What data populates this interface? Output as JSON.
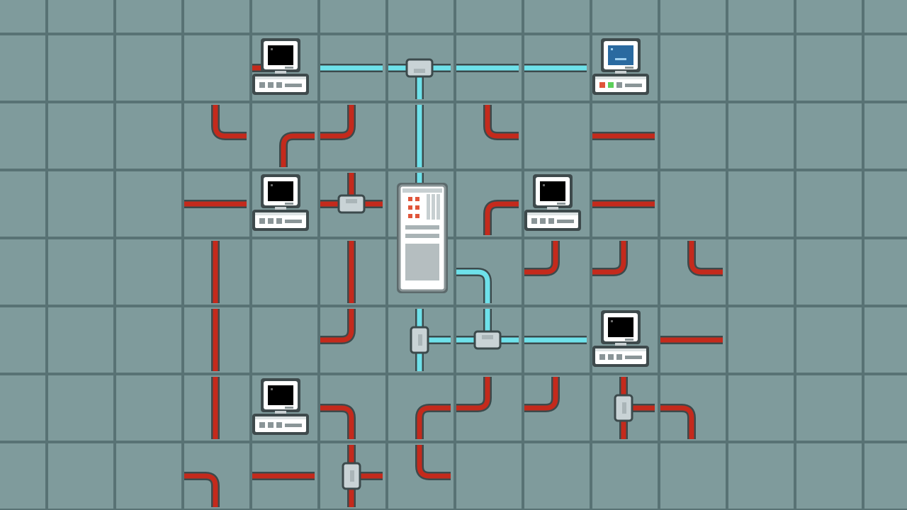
{
  "colors": {
    "board": "#7f9b9c",
    "grid": "#587274",
    "cable_idle": "#c42a1c",
    "cable_active": "#6ee1ea",
    "cable_outline": "#3c4a4c",
    "connector": "#c9d3d6",
    "screen_off": "#000000",
    "screen_on": "#2a6aa0"
  },
  "icons": {
    "computer": "desktop-computer-icon",
    "server": "server-tower-icon",
    "connector": "cable-junction-icon"
  },
  "computers": [
    {
      "id": "pc-1",
      "col": 2,
      "row": 0,
      "online": false
    },
    {
      "id": "pc-2",
      "col": 7,
      "row": 0,
      "online": true
    },
    {
      "id": "pc-3",
      "col": 2,
      "row": 2,
      "online": false
    },
    {
      "id": "pc-4",
      "col": 6,
      "row": 2,
      "online": false
    },
    {
      "id": "pc-5",
      "col": 7,
      "row": 4,
      "online": false
    },
    {
      "id": "pc-6",
      "col": 2,
      "row": 5,
      "online": false
    }
  ],
  "server": {
    "col": 4,
    "row": 2
  },
  "connectors": [
    {
      "col": 4,
      "row": 0,
      "facing": "down"
    },
    {
      "col": 3,
      "row": 2,
      "facing": "up"
    },
    {
      "col": 4,
      "row": 4,
      "facing": "right"
    },
    {
      "col": 5,
      "row": 4,
      "facing": "up"
    },
    {
      "col": 7,
      "row": 5,
      "facing": "right"
    },
    {
      "col": 3,
      "row": 6,
      "facing": "right"
    }
  ],
  "cables": [
    {
      "col": 2,
      "row": 0,
      "shape": "W",
      "active": false
    },
    {
      "col": 3,
      "row": 0,
      "shape": "EW",
      "active": true
    },
    {
      "col": 4,
      "row": 0,
      "shape": "EWS",
      "active": true
    },
    {
      "col": 5,
      "row": 0,
      "shape": "EW",
      "active": true
    },
    {
      "col": 6,
      "row": 0,
      "shape": "EW",
      "active": true
    },
    {
      "col": 1,
      "row": 1,
      "shape": "NE",
      "active": false
    },
    {
      "col": 2,
      "row": 1,
      "shape": "ES",
      "active": false
    },
    {
      "col": 3,
      "row": 1,
      "shape": "NW",
      "active": false
    },
    {
      "col": 4,
      "row": 1,
      "shape": "NS",
      "active": true
    },
    {
      "col": 5,
      "row": 1,
      "shape": "NE",
      "active": false
    },
    {
      "col": 7,
      "row": 1,
      "shape": "EW",
      "active": false
    },
    {
      "col": 1,
      "row": 2,
      "shape": "EW",
      "active": false
    },
    {
      "col": 3,
      "row": 2,
      "shape": "NEW",
      "active": false
    },
    {
      "col": 4,
      "row": 2,
      "shape": "N",
      "active": true
    },
    {
      "col": 5,
      "row": 2,
      "shape": "ES",
      "active": false
    },
    {
      "col": 7,
      "row": 2,
      "shape": "EW",
      "active": false
    },
    {
      "col": 1,
      "row": 3,
      "shape": "NS",
      "active": false
    },
    {
      "col": 3,
      "row": 3,
      "shape": "NS",
      "active": false
    },
    {
      "col": 5,
      "row": 3,
      "shape": "WS",
      "active": true
    },
    {
      "col": 6,
      "row": 3,
      "shape": "NW",
      "active": false
    },
    {
      "col": 7,
      "row": 3,
      "shape": "NW",
      "active": false
    },
    {
      "col": 8,
      "row": 3,
      "shape": "NE",
      "active": false
    },
    {
      "col": 1,
      "row": 4,
      "shape": "NS",
      "active": false
    },
    {
      "col": 3,
      "row": 4,
      "shape": "NW",
      "active": false
    },
    {
      "col": 4,
      "row": 4,
      "shape": "NES",
      "active": true
    },
    {
      "col": 5,
      "row": 4,
      "shape": "NEW",
      "active": true
    },
    {
      "col": 6,
      "row": 4,
      "shape": "EW",
      "active": true
    },
    {
      "col": 8,
      "row": 4,
      "shape": "EW",
      "active": false
    },
    {
      "col": 1,
      "row": 5,
      "shape": "NS",
      "active": false
    },
    {
      "col": 3,
      "row": 5,
      "shape": "WS",
      "active": false
    },
    {
      "col": 4,
      "row": 5,
      "shape": "ES",
      "active": false
    },
    {
      "col": 5,
      "row": 5,
      "shape": "NW",
      "active": false
    },
    {
      "col": 6,
      "row": 5,
      "shape": "NW",
      "active": false
    },
    {
      "col": 7,
      "row": 5,
      "shape": "NES",
      "active": false
    },
    {
      "col": 8,
      "row": 5,
      "shape": "WS",
      "active": false
    },
    {
      "col": 1,
      "row": 6,
      "shape": "WS",
      "active": false
    },
    {
      "col": 2,
      "row": 6,
      "shape": "EW",
      "active": false
    },
    {
      "col": 3,
      "row": 6,
      "shape": "NES",
      "active": false
    },
    {
      "col": 4,
      "row": 6,
      "shape": "NE",
      "active": false
    }
  ]
}
